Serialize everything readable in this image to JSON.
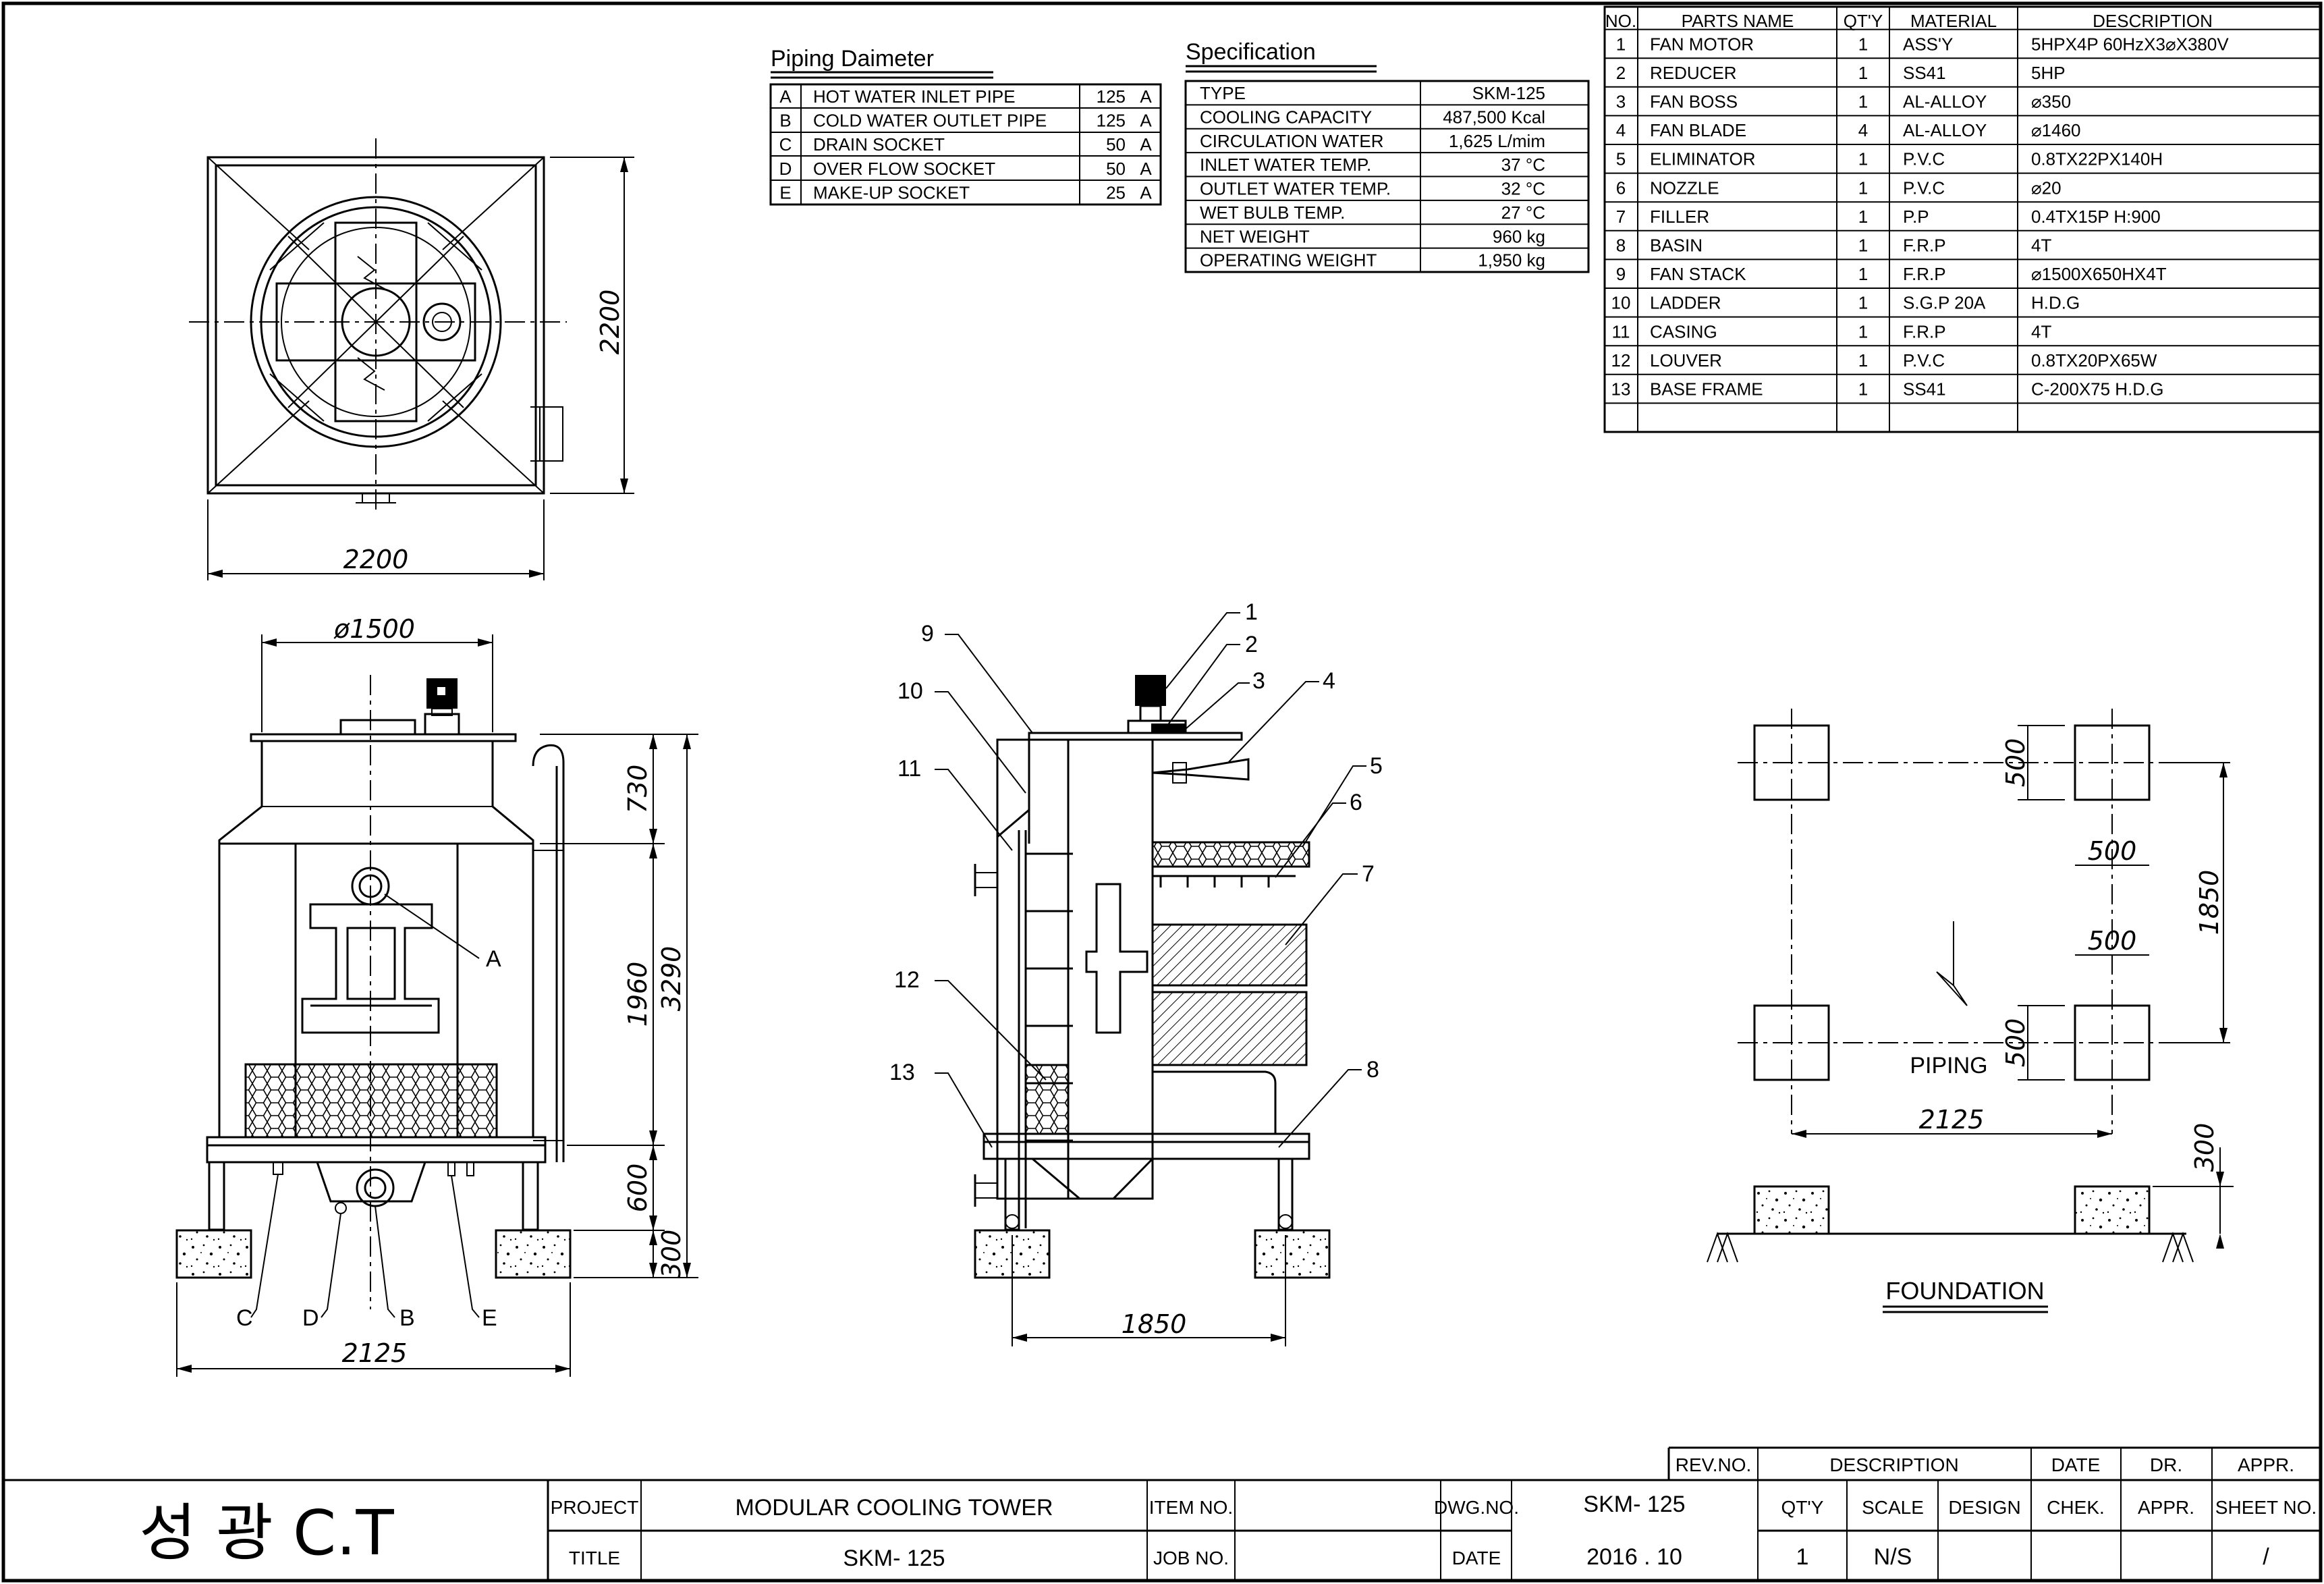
{
  "drawing": {
    "plan": {
      "width_dim": "2200",
      "depth_dim": "2200"
    },
    "front": {
      "dia_dim": "ø1500",
      "dims": [
        "730",
        "1960",
        "3290",
        "600",
        "300"
      ],
      "width_dim": "2125",
      "callouts": [
        "A",
        "B",
        "C",
        "D",
        "E"
      ]
    },
    "side": {
      "callouts": [
        "1",
        "2",
        "3",
        "4",
        "5",
        "6",
        "7",
        "8",
        "9",
        "10",
        "11",
        "12",
        "13"
      ],
      "width_dim": "1850"
    },
    "foundation": {
      "dims": [
        "500",
        "500",
        "500",
        "500",
        "1850",
        "2125",
        "300"
      ],
      "piping_label": "PIPING",
      "title": "FOUNDATION"
    }
  },
  "piping": {
    "title": "Piping Daimeter",
    "rows": [
      {
        "key": "A",
        "name": "HOT WATER INLET PIPE",
        "size": "125",
        "unit": "A"
      },
      {
        "key": "B",
        "name": "COLD WATER OUTLET PIPE",
        "size": "125",
        "unit": "A"
      },
      {
        "key": "C",
        "name": "DRAIN SOCKET",
        "size": "50",
        "unit": "A"
      },
      {
        "key": "D",
        "name": "OVER FLOW SOCKET",
        "size": "50",
        "unit": "A"
      },
      {
        "key": "E",
        "name": "MAKE-UP SOCKET",
        "size": "25",
        "unit": "A"
      }
    ]
  },
  "specification": {
    "title": "Specification",
    "rows": [
      {
        "name": "TYPE",
        "value": "SKM-125"
      },
      {
        "name": "COOLING CAPACITY",
        "value": "487,500  Kcal"
      },
      {
        "name": "CIRCULATION WATER",
        "value": "1,625  L/mim"
      },
      {
        "name": "INLET WATER TEMP.",
        "value": "37  °C"
      },
      {
        "name": "OUTLET WATER TEMP.",
        "value": "32  °C"
      },
      {
        "name": "WET BULB TEMP.",
        "value": "27  °C"
      },
      {
        "name": "NET WEIGHT",
        "value": "960  kg"
      },
      {
        "name": "OPERATING WEIGHT",
        "value": "1,950  kg"
      }
    ]
  },
  "parts": {
    "headers": [
      "NO.",
      "PARTS NAME",
      "QT'Y",
      "MATERIAL",
      "DESCRIPTION"
    ],
    "rows": [
      [
        "1",
        "FAN MOTOR",
        "1",
        "ASS'Y",
        "5HPX4P  60HzX3⌀X380V"
      ],
      [
        "2",
        "REDUCER",
        "1",
        "SS41",
        "5HP"
      ],
      [
        "3",
        "FAN BOSS",
        "1",
        "AL-ALLOY",
        "⌀350"
      ],
      [
        "4",
        "FAN BLADE",
        "4",
        "AL-ALLOY",
        "⌀1460"
      ],
      [
        "5",
        "ELIMINATOR",
        "1",
        "P.V.C",
        "0.8TX22PX140H"
      ],
      [
        "6",
        "NOZZLE",
        "1",
        "P.V.C",
        "⌀20"
      ],
      [
        "7",
        "FILLER",
        "1",
        "P.P",
        "0.4TX15P  H:900"
      ],
      [
        "8",
        "BASIN",
        "1",
        "F.R.P",
        "4T"
      ],
      [
        "9",
        "FAN STACK",
        "1",
        "F.R.P",
        "⌀1500X650HX4T"
      ],
      [
        "10",
        "LADDER",
        "1",
        "S.G.P 20A",
        "H.D.G"
      ],
      [
        "11",
        "CASING",
        "1",
        "F.R.P",
        "4T"
      ],
      [
        "12",
        "LOUVER",
        "1",
        "P.V.C",
        "0.8TX20PX65W"
      ],
      [
        "13",
        "BASE FRAME",
        "1",
        "SS41",
        "C-200X75  H.D.G"
      ]
    ]
  },
  "revision": {
    "headers": [
      "REV.NO.",
      "DESCRIPTION",
      "DATE",
      "DR.",
      "APPR."
    ]
  },
  "title_block": {
    "company": "성   광   C.T",
    "project_label": "PROJECT",
    "project": "MODULAR COOLING TOWER",
    "title_label": "TITLE",
    "title": "SKM- 125",
    "item_label": "ITEM NO.",
    "job_label": "JOB NO.",
    "dwg_label": "DWG.NO.",
    "dwg_no": "SKM- 125",
    "date_label": "DATE",
    "date": "2016 . 10",
    "qty_label": "QT'Y",
    "qty": "1",
    "scale_label": "SCALE",
    "scale": "N/S",
    "design_label": "DESIGN",
    "chek_label": "CHEK.",
    "appr_label": "APPR.",
    "sheet_label": "SHEET NO.",
    "sheet": "/"
  }
}
